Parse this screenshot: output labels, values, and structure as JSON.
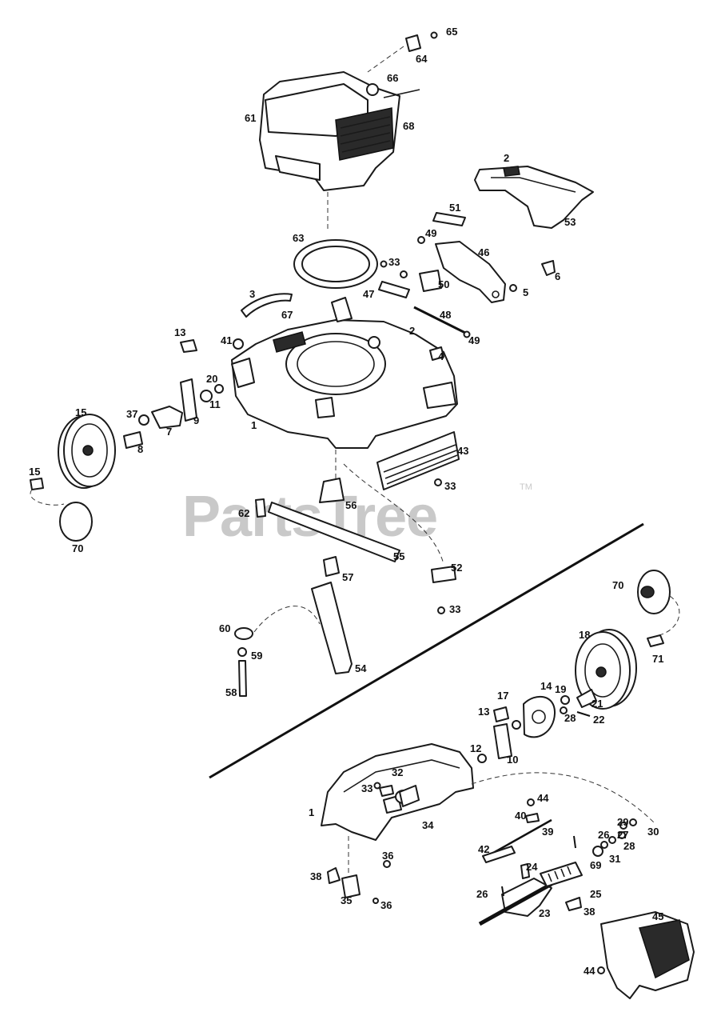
{
  "watermark": {
    "text": "PartsTree",
    "trademark": "TM"
  },
  "labels": {
    "l1a": "1",
    "l1b": "1",
    "l2a": "2",
    "l2b": "2",
    "l3": "3",
    "l4": "4",
    "l5": "5",
    "l6": "6",
    "l7": "7",
    "l8": "8",
    "l9": "9",
    "l10": "10",
    "l11": "11",
    "l12": "12",
    "l13a": "13",
    "l13b": "13",
    "l14": "14",
    "l15a": "15",
    "l15b": "15",
    "l17": "17",
    "l18": "18",
    "l19": "19",
    "l20": "20",
    "l21": "21",
    "l22": "22",
    "l23": "23",
    "l24": "24",
    "l25": "25",
    "l26a": "26",
    "l26b": "26",
    "l27": "27",
    "l28a": "28",
    "l28b": "28",
    "l29": "29",
    "l30": "30",
    "l31": "31",
    "l32": "32",
    "l33a": "33",
    "l33b": "33",
    "l33c": "33",
    "l33d": "33",
    "l34": "34",
    "l35": "35",
    "l36a": "36",
    "l36b": "36",
    "l37": "37",
    "l38a": "38",
    "l38b": "38",
    "l39": "39",
    "l40": "40",
    "l41": "41",
    "l42": "42",
    "l43": "43",
    "l44a": "44",
    "l44b": "44",
    "l45": "45",
    "l46": "46",
    "l47": "47",
    "l48": "48",
    "l49a": "49",
    "l49b": "49",
    "l50": "50",
    "l51": "51",
    "l52": "52",
    "l53": "53",
    "l54": "54",
    "l55": "55",
    "l56": "56",
    "l57": "57",
    "l58": "58",
    "l59": "59",
    "l60": "60",
    "l61": "61",
    "l62": "62",
    "l63": "63",
    "l64": "64",
    "l65": "65",
    "l66": "66",
    "l67": "67",
    "l68": "68",
    "l69": "69",
    "l70a": "70",
    "l70b": "70",
    "l71": "71"
  }
}
